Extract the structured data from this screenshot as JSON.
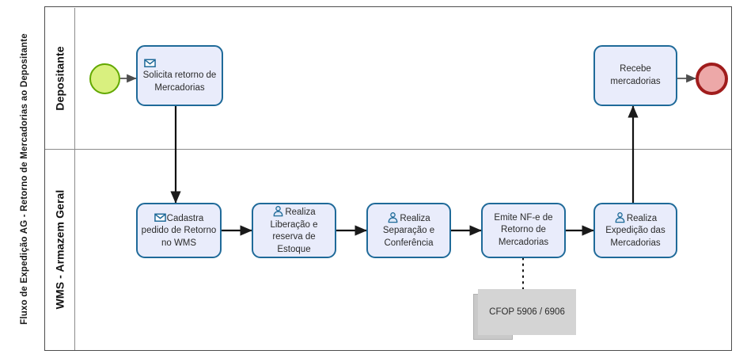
{
  "diagram": {
    "pool_title": "Fluxo de Expedição AG - Retorno de Mercadorias ao Depositante",
    "type": "bpmn-process-diagram",
    "colors": {
      "task_fill": "#e9ecfb",
      "task_border": "#1f6a99",
      "start_event_fill": "#d9f07f",
      "start_event_border": "#62a800",
      "end_event_fill": "#eda8a8",
      "end_event_border": "#a01c1c",
      "note_fill": "#d4d4d4",
      "frame_border": "#4d4d4d",
      "lane_border": "#8c8c8c",
      "connector": "#1a1a1a"
    }
  },
  "lanes": [
    {
      "id": "depositante",
      "label": "Depositante"
    },
    {
      "id": "wms",
      "label": "WMS - Armazem Geral"
    }
  ],
  "nodes": {
    "start_event": {
      "name": "start-event",
      "label": "",
      "lane": "depositante"
    },
    "task_solicita": {
      "label": "Solicita retorno de Mercadorias",
      "icon": "envelope-icon",
      "icon_position": "top-left",
      "lane": "depositante"
    },
    "task_recebe": {
      "label": "Recebe mercadorias",
      "icon": "",
      "lane": "depositante"
    },
    "end_event": {
      "name": "end-event",
      "label": "",
      "lane": "depositante"
    },
    "task_cadastra": {
      "label": "Cadastra pedido de Retorno no WMS",
      "icon": "envelope-icon",
      "icon_position": "inline",
      "lane": "wms"
    },
    "task_liberacao": {
      "label": "Realiza Liberação e reserva de Estoque",
      "icon": "user-icon",
      "icon_position": "inline",
      "lane": "wms"
    },
    "task_separacao": {
      "label": "Realiza Separação e Conferência",
      "icon": "user-icon",
      "icon_position": "inline",
      "lane": "wms"
    },
    "task_nfe": {
      "label": "Emite NF-e de Retorno de Mercadorias",
      "icon": "",
      "lane": "wms"
    },
    "task_expedicao": {
      "label": "Realiza Expedição das Mercadorias",
      "icon": "user-icon",
      "icon_position": "inline",
      "lane": "wms"
    },
    "note_cfop": {
      "label": "CFOP 5906 / 6906",
      "lane": "wms"
    }
  },
  "flows": [
    {
      "from": "start_event",
      "to": "task_solicita",
      "style": "solid-arrow"
    },
    {
      "from": "task_solicita",
      "to": "task_cadastra",
      "style": "solid-arrow"
    },
    {
      "from": "task_cadastra",
      "to": "task_liberacao",
      "style": "solid-arrow"
    },
    {
      "from": "task_liberacao",
      "to": "task_separacao",
      "style": "solid-arrow"
    },
    {
      "from": "task_separacao",
      "to": "task_nfe",
      "style": "solid-arrow"
    },
    {
      "from": "task_nfe",
      "to": "task_expedicao",
      "style": "solid-arrow"
    },
    {
      "from": "task_expedicao",
      "to": "task_recebe",
      "style": "solid-arrow"
    },
    {
      "from": "task_recebe",
      "to": "end_event",
      "style": "solid-arrow"
    },
    {
      "from": "task_nfe",
      "to": "note_cfop",
      "style": "dotted-association"
    }
  ]
}
